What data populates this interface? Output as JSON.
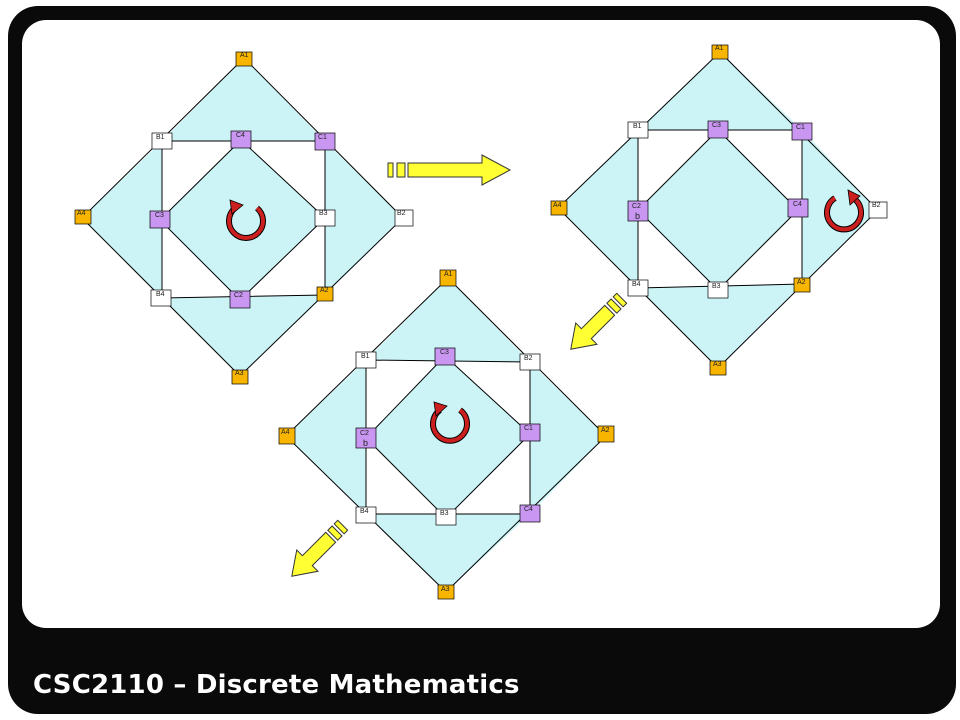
{
  "footer": {
    "title": "CSC2110 – Discrete Mathematics"
  },
  "colors": {
    "frame": "#0a0a0a",
    "fill": "#ccf4f6",
    "node_a": "#f7b500",
    "node_b": "#ffffff",
    "node_c": "#c996f2",
    "arrow": "#ffff33",
    "rotation": "#cc1f1f"
  },
  "diagrams": [
    {
      "id": "d1",
      "nodes": {
        "A1": "A1",
        "A2": "A2",
        "A3": "A3",
        "A4": "A4",
        "B1": "B1",
        "B2": "B2",
        "B3": "B3",
        "B4": "B4",
        "C1": "C1",
        "C2": "C2",
        "C3": "C3",
        "C4": "C4"
      }
    },
    {
      "id": "d2",
      "nodes": {
        "A1": "A1",
        "A2": "A2",
        "A3": "A3",
        "A4": "A4",
        "B1": "B1",
        "B2": "B2",
        "B3": "B3",
        "B4": "B4",
        "C1": "C1",
        "C2": "C2",
        "C2b": "b",
        "C3": "C3",
        "C4": "C4"
      }
    },
    {
      "id": "d3",
      "nodes": {
        "A1": "A1",
        "A2": "A2",
        "A3": "A3",
        "A4": "A4",
        "B1": "B1",
        "B2": "B2",
        "B3": "B3",
        "B4": "B4",
        "C1": "C1",
        "C2": "C2",
        "C2b": "b",
        "C3": "C3",
        "C4": "C4"
      }
    }
  ]
}
